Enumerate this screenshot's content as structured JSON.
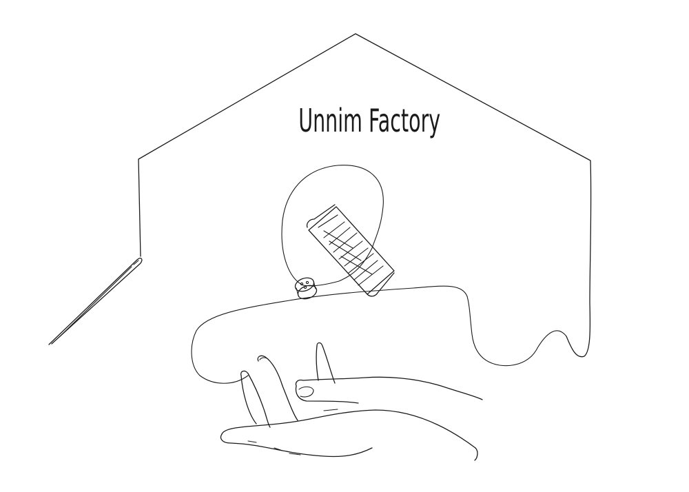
{
  "logo": {
    "brand_name": "Unnim Factory",
    "line_color": "#1a1a1a",
    "background_color": "#ffffff",
    "motifs": [
      "house-outline",
      "sewing-needle",
      "thread-spool",
      "bobbin",
      "thread-line",
      "hand"
    ]
  }
}
